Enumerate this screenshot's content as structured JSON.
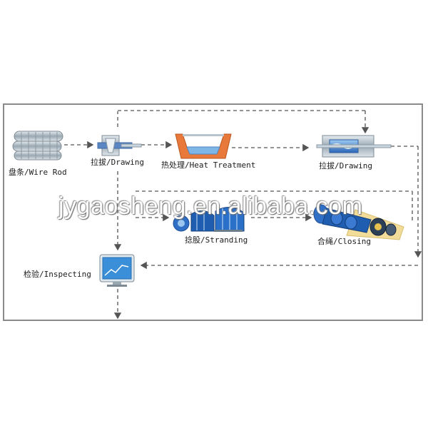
{
  "process": {
    "wire_rod": "盘条/Wire Rod",
    "drawing_1": "拉拔/Drawing",
    "heat_treatment": "热处理/Heat Treatment",
    "drawing_2": "拉拔/Drawing",
    "stranding": "捻股/Stranding",
    "closing": "合绳/Closing",
    "inspecting": "检验/Inspecting"
  },
  "watermark": "jygaosheng.en.alibaba.com",
  "colors": {
    "frame": "#8a8a8a",
    "flow_line": "#555555",
    "steel": "#b8c4cc",
    "blue": "#2f6fc6",
    "light_blue": "#7fb6e8",
    "orange": "#e8793a",
    "gold": "#f2dc9a"
  }
}
